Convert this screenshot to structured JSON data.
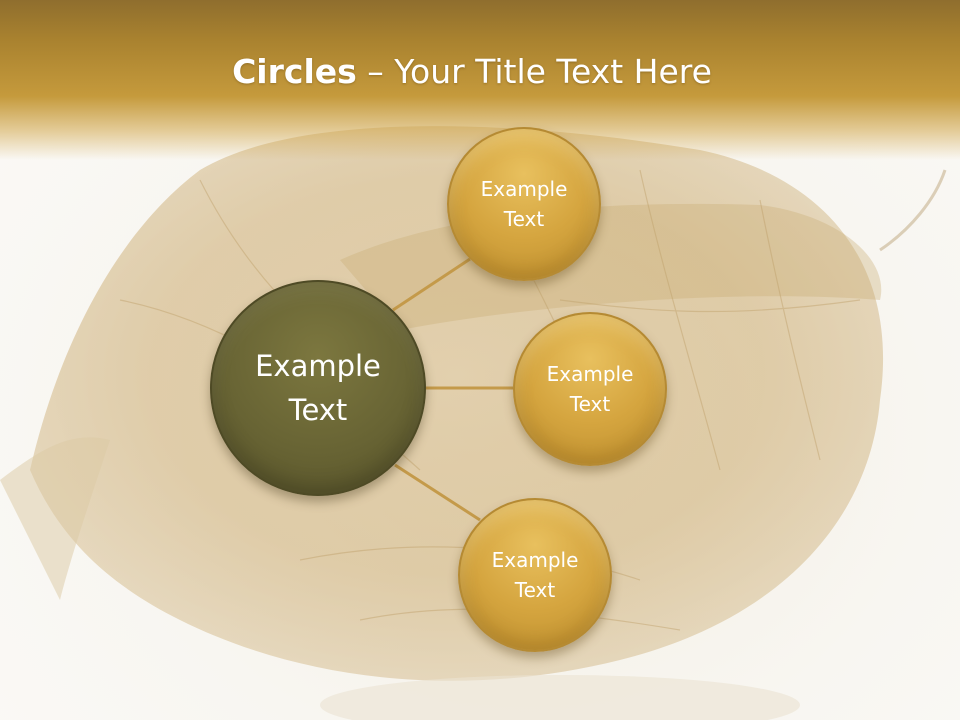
{
  "title": {
    "bold": "Circles",
    "rest": " – Your Title Text Here"
  },
  "center_circle": {
    "label": "Example\nText"
  },
  "satellites": [
    {
      "label": "Example\nText"
    },
    {
      "label": "Example\nText"
    },
    {
      "label": "Example\nText"
    }
  ],
  "colors": {
    "title_bar": "#a9822f",
    "center_circle": "#686434",
    "satellite_circle": "#d5a53f",
    "connector": "#c49a4a"
  }
}
